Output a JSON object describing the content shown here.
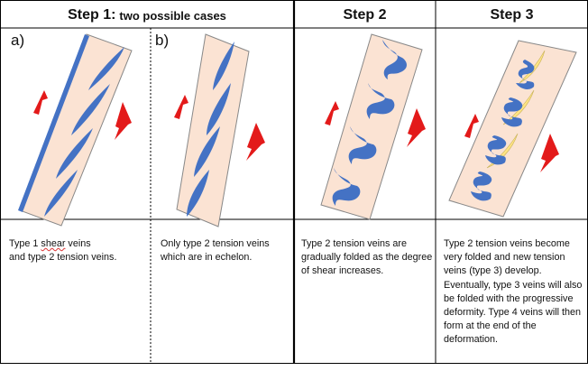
{
  "headers": {
    "step1": "Step 1:",
    "step1_sub": "two possible cases",
    "step2": "Step 2",
    "step3": "Step 3"
  },
  "panel_labels": {
    "a": "a)",
    "b": "b)"
  },
  "captions": {
    "a_line1_prefix": "Type 1 ",
    "a_line1_word": "shear",
    "a_line1_suffix": " veins",
    "a_line2": "and type 2 tension veins.",
    "b_lines": [
      "Only type 2 tension veins",
      "which are in echelon."
    ],
    "step2_lines": [
      "Type 2 tension veins are",
      "gradually folded as the degree",
      "of shear increases."
    ],
    "step3_lines": [
      "Type 2 tension veins become",
      "very folded and new tension",
      "veins (type 3) develop.",
      "Eventually, type 3 veins will also",
      "be folded with the progressive",
      "deformity. Type 4 veins will then",
      "form at the end of the",
      "deformation."
    ]
  },
  "colors": {
    "zone_fill": "#fbe3d3",
    "zone_stroke": "#888888",
    "vein_blue": "#4472c4",
    "vein_yellow": "#ffe484",
    "arrow_red": "#e31a1a"
  }
}
